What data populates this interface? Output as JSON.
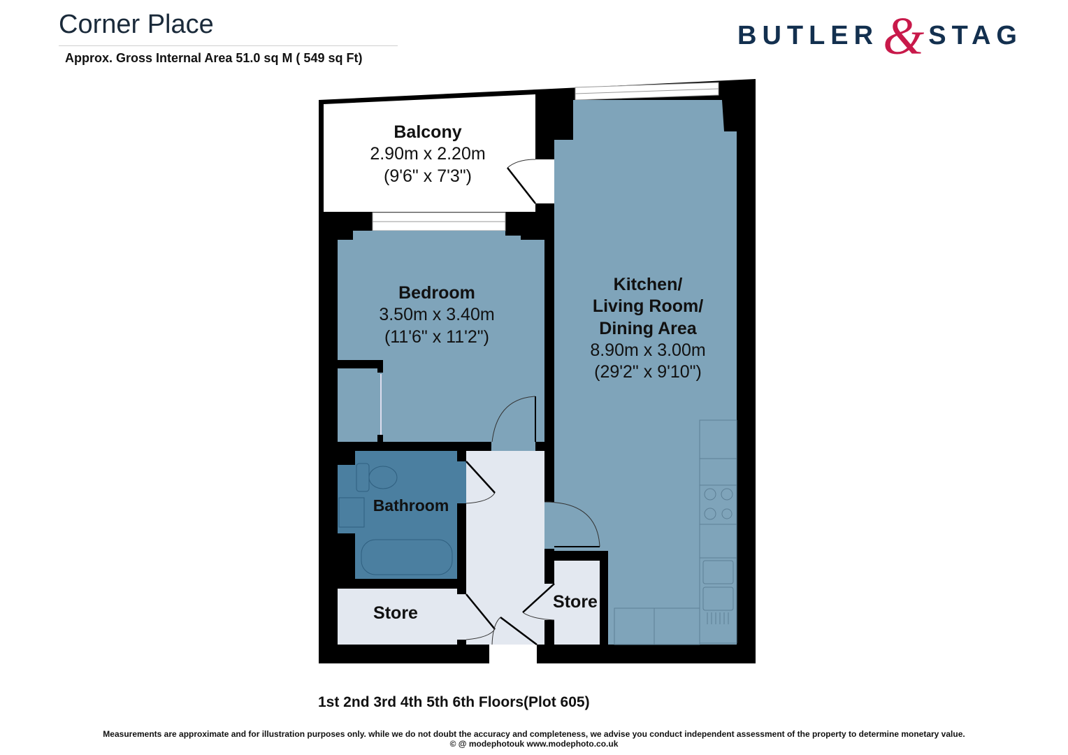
{
  "header": {
    "title": "Corner Place",
    "area": "Approx. Gross Internal Area 51.0 sq M ( 549 sq Ft)"
  },
  "logo": {
    "left_word": "BUTLER",
    "ampersand": "&",
    "right_word": "STAG",
    "brand_color": "#13304f",
    "accent_color": "#c8194a"
  },
  "rooms": {
    "balcony": {
      "name": "Balcony",
      "metric": "2.90m x 2.20m",
      "imperial": "(9'6\" x 7'3\")"
    },
    "bedroom": {
      "name": "Bedroom",
      "metric": "3.50m x 3.40m",
      "imperial": "(11'6\" x 11'2\")"
    },
    "kitchen": {
      "name_line1": "Kitchen/",
      "name_line2": "Living Room/",
      "name_line3": "Dining Area",
      "metric": "8.90m x 3.00m",
      "imperial": "(29'2\" x 9'10\")"
    },
    "bathroom": {
      "name": "Bathroom"
    },
    "store_left": {
      "name": "Store"
    },
    "store_right": {
      "name": "Store"
    }
  },
  "colors": {
    "room_fill": "#7fa4ba",
    "bathroom_fill": "#4b7fa0",
    "hall_fill": "#e3e8f0",
    "wall": "#000000"
  },
  "footer": {
    "floors": "1st 2nd 3rd 4th 5th 6th Floors(Plot 605)",
    "disclaimer": "Measurements are approximate and for illustration purposes only. while we do not doubt the accuracy and completeness, we advise you conduct independent assessment of the property to determine monetary value.",
    "credit": "© @ modephotouk www.modephoto.co.uk"
  }
}
